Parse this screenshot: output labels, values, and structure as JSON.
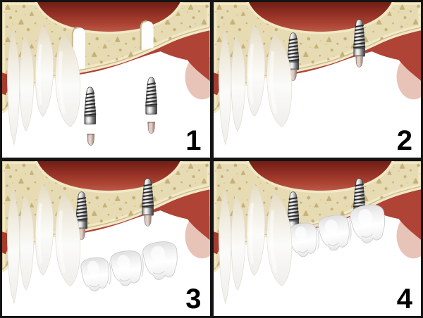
{
  "figure": {
    "steps": [
      {
        "label": "1"
      },
      {
        "label": "2"
      },
      {
        "label": "3"
      },
      {
        "label": "4"
      }
    ]
  },
  "colors": {
    "background": "#ffffff",
    "border": "#141414",
    "bone": "#e7dbb4",
    "bone_speckle": "#c6b176",
    "bone_rim": "#f1e8c6",
    "gum": "#ae4336",
    "sinus_dark": "#701e16",
    "tooth_white": "#ffffff",
    "implant_metal": "#8e8e8e",
    "abutment": "#c4aba1",
    "step_label": "#000000"
  }
}
